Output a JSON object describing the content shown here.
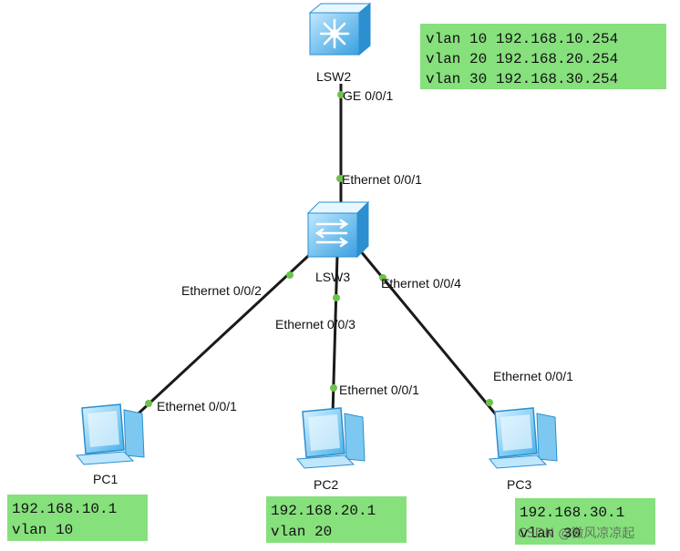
{
  "colors": {
    "link": "#1a1a1a",
    "port_dot": "#6cc24a",
    "note_bg": "#86e07c",
    "device_blue": "#3aa0e0"
  },
  "devices": {
    "lsw2": {
      "name": "LSW2",
      "icon": "l3-switch-icon"
    },
    "lsw3": {
      "name": "LSW3",
      "icon": "l2-switch-icon"
    },
    "pc1": {
      "name": "PC1",
      "icon": "pc-icon"
    },
    "pc2": {
      "name": "PC2",
      "icon": "pc-icon"
    },
    "pc3": {
      "name": "PC3",
      "icon": "pc-icon"
    }
  },
  "ports": {
    "lsw2_down": "GE 0/0/1",
    "lsw3_up": "Ethernet 0/0/1",
    "lsw3_pc1": "Ethernet 0/0/2",
    "lsw3_pc2": "Ethernet 0/0/3",
    "lsw3_pc3": "Ethernet 0/0/4",
    "pc1": "Ethernet 0/0/1",
    "pc2": "Ethernet 0/0/1",
    "pc3": "Ethernet 0/0/1"
  },
  "notes": {
    "gateway": [
      "vlan 10 192.168.10.254",
      "vlan 20 192.168.20.254",
      "vlan 30 192.168.30.254"
    ],
    "pc1": [
      "192.168.10.1",
      "vlan 10"
    ],
    "pc2": [
      "192.168.20.1",
      "vlan 20"
    ],
    "pc3": [
      "192.168.30.1",
      "vlan 30"
    ]
  },
  "watermark": "CSDN @微风凉凉起"
}
